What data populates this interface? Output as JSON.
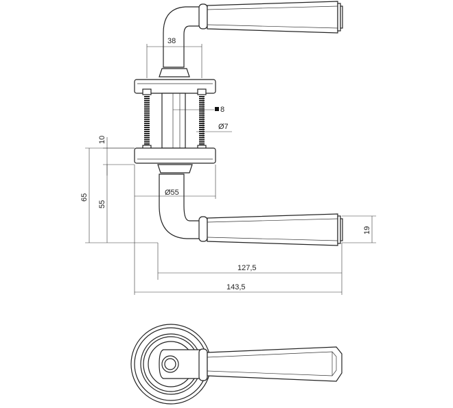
{
  "dimensions": {
    "rose_spacing": "38",
    "spindle": "8",
    "screw_diameter": "Ø7",
    "rose_diameter": "Ø55",
    "rose_thickness": "10",
    "height_total": "65",
    "height_axis": "55",
    "lever_width": "19",
    "length_axis": "127,5",
    "length_total": "143,5"
  },
  "colors": {
    "line": "#222222",
    "background": "#ffffff"
  }
}
